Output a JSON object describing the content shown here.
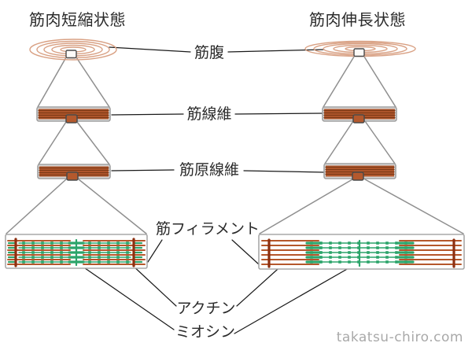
{
  "titles": {
    "shortened": "筋肉短縮状態",
    "stretched": "筋肉伸長状態"
  },
  "labels": {
    "muscle_belly": "筋腹",
    "muscle_fiber": "筋線維",
    "myofibril": "筋原線維",
    "myofilament": "筋フィラメント",
    "actin": "アクチン",
    "myosin": "ミオシン"
  },
  "watermark": "takatsu-chiro.com",
  "colors": {
    "muscle_outline": "#d9a184",
    "box_fill": "#b4592d",
    "box_stripe": "#7c3a17",
    "box_border": "#a0a0a0",
    "sarcomere_border": "#a8a8a8",
    "z_line": "#8d2f10",
    "actin": "#b5572b",
    "myosin": "#2ca46a",
    "leader_line": "#1a1a1a",
    "cone_line": "#8f8f8f",
    "notch_outline": "#4a4a4a"
  }
}
